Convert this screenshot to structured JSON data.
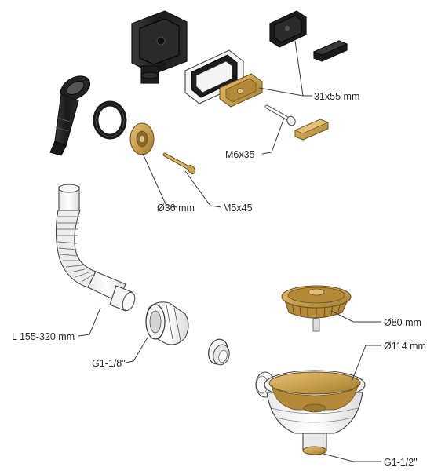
{
  "labels": {
    "plate_size": "31x55 mm",
    "screw_m6": "M6x35",
    "ring_diameter": "Ø36 mm",
    "screw_m5": "M5x45",
    "hose_length": "L 155-320 mm",
    "nut_thread": "G1-1/8\"",
    "strainer_diameter": "Ø80 mm",
    "bowl_diameter": "Ø114 mm",
    "outlet_thread": "G1-1/2\""
  },
  "colors": {
    "brass": "#c9a04e",
    "brass_dark": "#8a6a2a",
    "black_part": "#1d1d1d",
    "outline": "#333333",
    "white_part": "#f6f6f6"
  }
}
